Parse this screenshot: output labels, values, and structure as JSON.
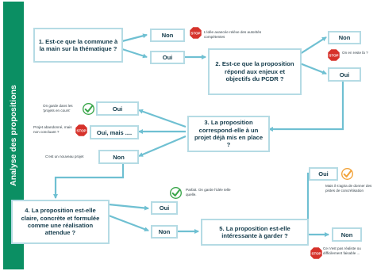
{
  "sidebar": {
    "title": "Analyse des propositions"
  },
  "colors": {
    "sidebar": "#0b8f63",
    "box_border": "#b5dbe4",
    "arrow": "#6fc0d2",
    "stop": "#d6322b",
    "check_green": "#3aa64a",
    "check_orange": "#f2a33a",
    "text": "#123a4a"
  },
  "questions": {
    "q1": "1. Est-ce que la commune à la main sur la thématique ?",
    "q2": "2. Est-ce que la proposition répond aux enjeux et objectifs du PCDR ?",
    "q3": "3. La proposition correspond-elle à un projet déjà mis en place ?",
    "q4": "4. La proposition est-elle claire, concrète et formulée comme une réalisation attendue ?",
    "q5": "5. La proposition est-elle intéressante à garder ?"
  },
  "answers": {
    "q1_non": "Non",
    "q1_oui": "Oui",
    "q2_non": "Non",
    "q2_oui": "Oui",
    "q3_oui": "Oui",
    "q3_oui_mais": "Oui, mais ....",
    "q3_non": "Non",
    "q4_oui": "Oui",
    "q4_non": "Non",
    "q5_oui": "Oui",
    "q5_non": "Non"
  },
  "notes": {
    "q1_non": "L'idée avancée relève des autorités compétentes",
    "q2_non": "On en reste là ?",
    "q3_oui": "On garde dans les 'projets en cours'",
    "q3_oui_mais": "Projet abandonné, mais non concluant ?",
    "q3_non": "C'est un nouveau projet",
    "q4_oui": "Parfait. On garde l'idée telle quelle.",
    "q5_oui": "Mais il s'agira de donner des pistes de concrétisation",
    "q5_non": "Ce n'est pas réaliste ou difficilement faisable ..."
  },
  "icons": {
    "stop_label": "STOP",
    "stop_icon": "stop-sign",
    "check_icon": "checkmark-circle"
  }
}
